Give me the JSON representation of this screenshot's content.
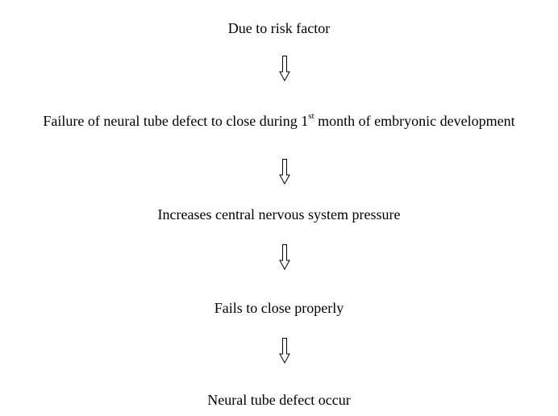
{
  "flowchart": {
    "steps": [
      {
        "text": "Due to risk factor"
      },
      {
        "text_before": "Failure of neural tube defect to close during 1",
        "superscript": "st",
        "text_after": " month of embryonic development"
      },
      {
        "text": "Increases central nervous system pressure"
      },
      {
        "text": "Fails to close properly"
      },
      {
        "text": "Neural tube defect occur"
      }
    ],
    "arrow_icon": "hollow-down-arrow-icon",
    "colors": {
      "text": "#000000",
      "arrow_stroke": "#000000",
      "background": "#ffffff"
    }
  }
}
